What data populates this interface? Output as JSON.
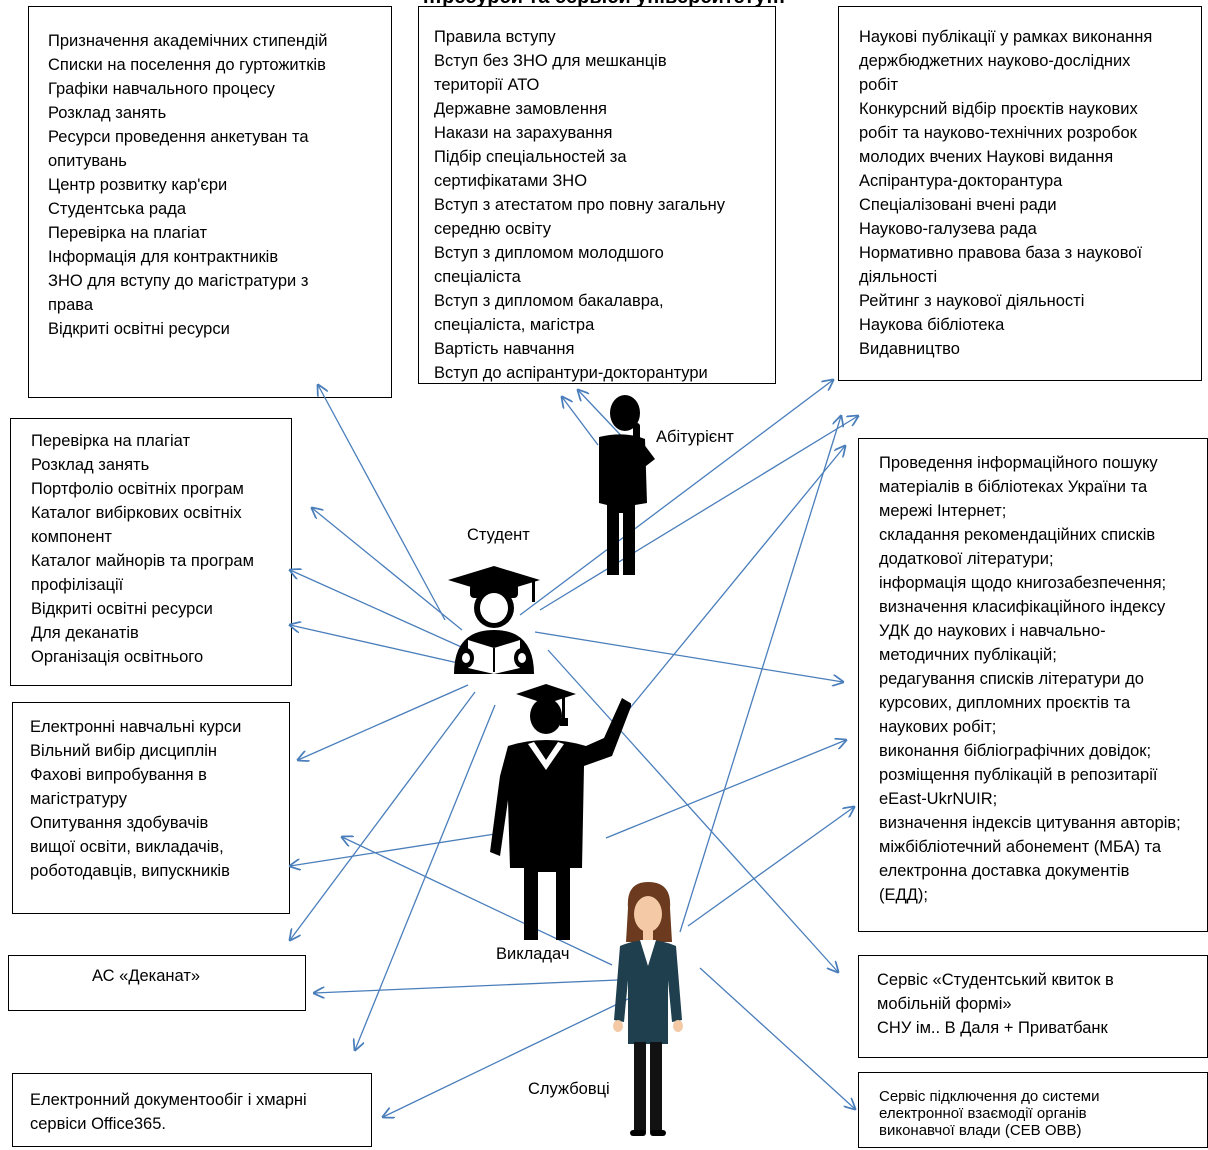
{
  "title": "…ресурси та сервіси університету…",
  "boxes": {
    "student_services": {
      "lines": [
        "Призначення академічних стипендій",
        "Списки на поселення до гуртожитків",
        "Графіки навчального процесу",
        "Розклад занять",
        "Ресурси проведення анкетуван та",
        "опитувань",
        "Центр розвитку кар'єри",
        "Студентська рада",
        "Перевірка на плагіат",
        "Інформація для контрактників",
        "ЗНО для вступу до магістратури з",
        "права",
        "Відкриті освітні ресурси"
      ]
    },
    "admission": {
      "lines": [
        "Правила вступу",
        "Вступ без ЗНО для мешканців",
        "території АТО",
        "Державне замовлення",
        "Накази на зарахування",
        "Підбір спеціальностей за",
        "сертифікатами ЗНО",
        "Вступ з атестатом про повну загальну",
        "середню освіту",
        "Вступ з дипломом молодшого",
        "спеціаліста",
        "Вступ з дипломом бакалавра,",
        "спеціаліста, магістра",
        "Вартість навчання",
        "Вступ до аспірантури-докторантури"
      ]
    },
    "science": {
      "lines": [
        "Наукові публікації у рамках виконання",
        "держбюджетних науково-дослідних",
        "робіт",
        "Конкурсний відбір проєктів наукових",
        "робіт та науково-технічних розробок",
        "молодих вчених Наукові видання",
        "Аспірантура-докторантура",
        "Спеціалізовані вчені ради",
        "Науково-галузева рада",
        "Нормативно правова база з наукової",
        "діяльності",
        "Рейтинг з наукової діяльності",
        "Наукова бібліотека",
        "Видавництво"
      ]
    },
    "education": {
      "lines": [
        " Перевірка на плагіат",
        "Розклад занять",
        "Портфоліо освітніх програм",
        "Каталог вибіркових освітніх",
        "компонент",
        "Каталог майнорів та програм",
        "профілізації",
        "Відкриті освітні ресурси",
        "Для деканатів",
        "Організація освітнього"
      ]
    },
    "library": {
      "lines": [
        "Проведення інформаційного пошуку",
        "матеріалів в бібліотеках України та",
        "мережі Інтернет;",
        "складання рекомендаційних списків",
        "додаткової літератури;",
        "інформація щодо книгозабезпечення;",
        "визначення класифікаційного індексу",
        "УДК до наукових і навчально-",
        "методичних публікацій;",
        "редагування списків літератури до",
        "курсових, дипломних проєктів та",
        "наукових робіт;",
        "виконання бібліографічних довідок;",
        "розміщення публікацій в репозитарії",
        "eEast-UkrNUIR;",
        "визначення індексів цитування авторів;",
        "міжбібліотечний абонемент (МБА) та",
        "електронна доставка документів",
        "(ЕДД);"
      ]
    },
    "courses": {
      "lines": [
        "Електронні навчальні курси",
        "Вільний вибір дисциплін",
        "Фахові випробування в",
        "магістратуру",
        "Опитування здобувачів",
        "вищої освіти, викладачів,",
        "роботодавців, випускників"
      ]
    },
    "deanery": {
      "lines": [
        "АС «Деканат»"
      ]
    },
    "student_ticket": {
      "lines": [
        "Сервіс «Студентський квиток в",
        "мобільній формі»",
        " СНУ ім.. В Даля + Приватбанк"
      ]
    },
    "office": {
      "lines": [
        "Електронний документообіг і хмарні",
        "сервіси Office365."
      ]
    },
    "sev": {
      "lines": [
        "Сервіс підключення до системи",
        "електронної взаємодії органів",
        "виконавчої влади (СЕВ ОВВ)"
      ]
    }
  },
  "roles": {
    "applicant": "Абітурієнт",
    "student": "Студент",
    "teacher": "Викладач",
    "employee": "Службовці"
  },
  "colors": {
    "arrow": "#4a7ebb",
    "figure": "#000000"
  },
  "icons": [
    "applicant-thinking-figure",
    "student-reading-icon",
    "teacher-graduate-figure",
    "employee-woman-figure"
  ]
}
